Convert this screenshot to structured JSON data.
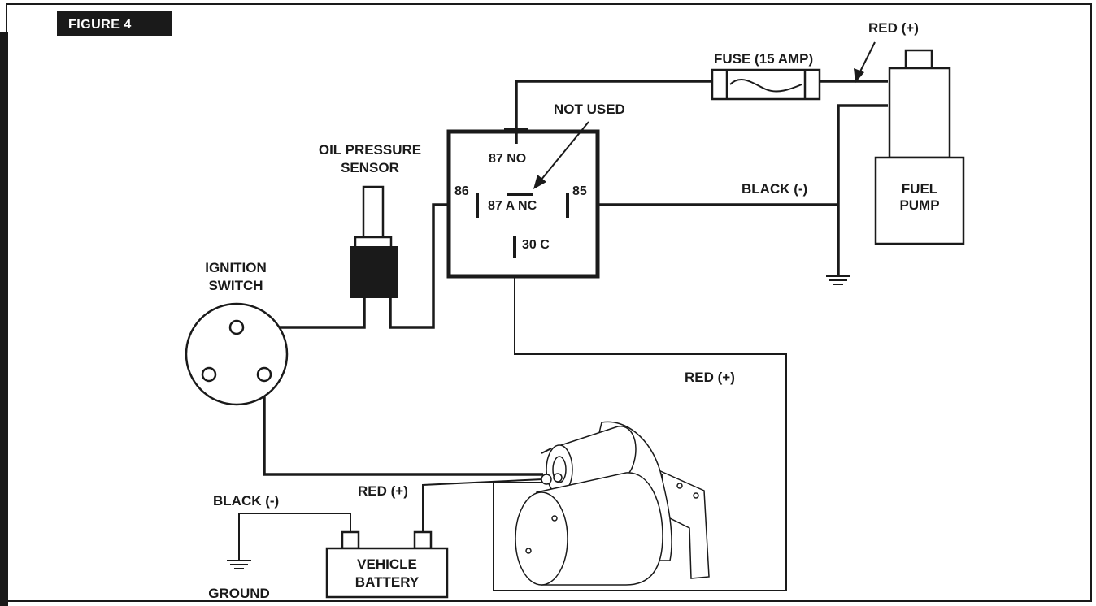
{
  "figure_label": "FIGURE 4",
  "relay": {
    "pin_87_no": "87 NO",
    "pin_87a_nc": "87 A NC",
    "pin_86": "86",
    "pin_85": "85",
    "pin_30c": "30 C"
  },
  "labels": {
    "red_plus_top": "RED (+)",
    "fuse": "FUSE (15 AMP)",
    "not_used": "NOT USED",
    "oil_sensor_line1": "OIL PRESSURE",
    "oil_sensor_line2": "SENSOR",
    "black_minus_pump": "BLACK (-)",
    "fuel_pump_line1": "FUEL",
    "fuel_pump_line2": "PUMP",
    "ignition_line1": "IGNITION",
    "ignition_line2": "SWITCH",
    "red_plus_middle": "RED (+)",
    "black_minus_battery": "BLACK (-)",
    "red_plus_battery": "RED (+)",
    "battery_line1": "VEHICLE",
    "battery_line2": "BATTERY",
    "ground": "GROUND"
  },
  "colors": {
    "ink": "#1a1a1a",
    "background": "#ffffff",
    "badge": "#1a1a1a"
  }
}
